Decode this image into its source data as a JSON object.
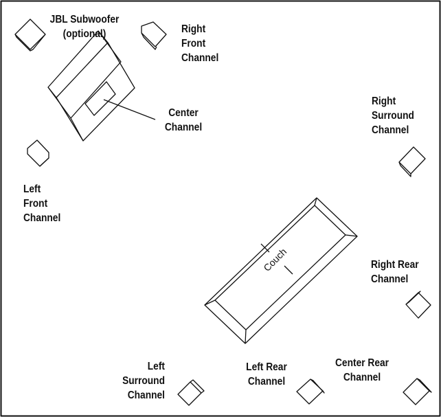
{
  "diagram": {
    "labels": {
      "subwoofer": "JBL Subwoofer\n(optional)",
      "right_front": "Right\nFront\nChannel",
      "center": "Center\nChannel",
      "right_surround": "Right\nSurround\nChannel",
      "left_front": "Left\nFront\nChannel",
      "couch": "Couch",
      "right_rear": "Right Rear\nChannel",
      "left_surround": "Left\nSurround\nChannel",
      "left_rear": "Left Rear\nChannel",
      "center_rear": "Center Rear\nChannel"
    },
    "colors": {
      "line": "#111111",
      "background": "#ffffff"
    }
  }
}
